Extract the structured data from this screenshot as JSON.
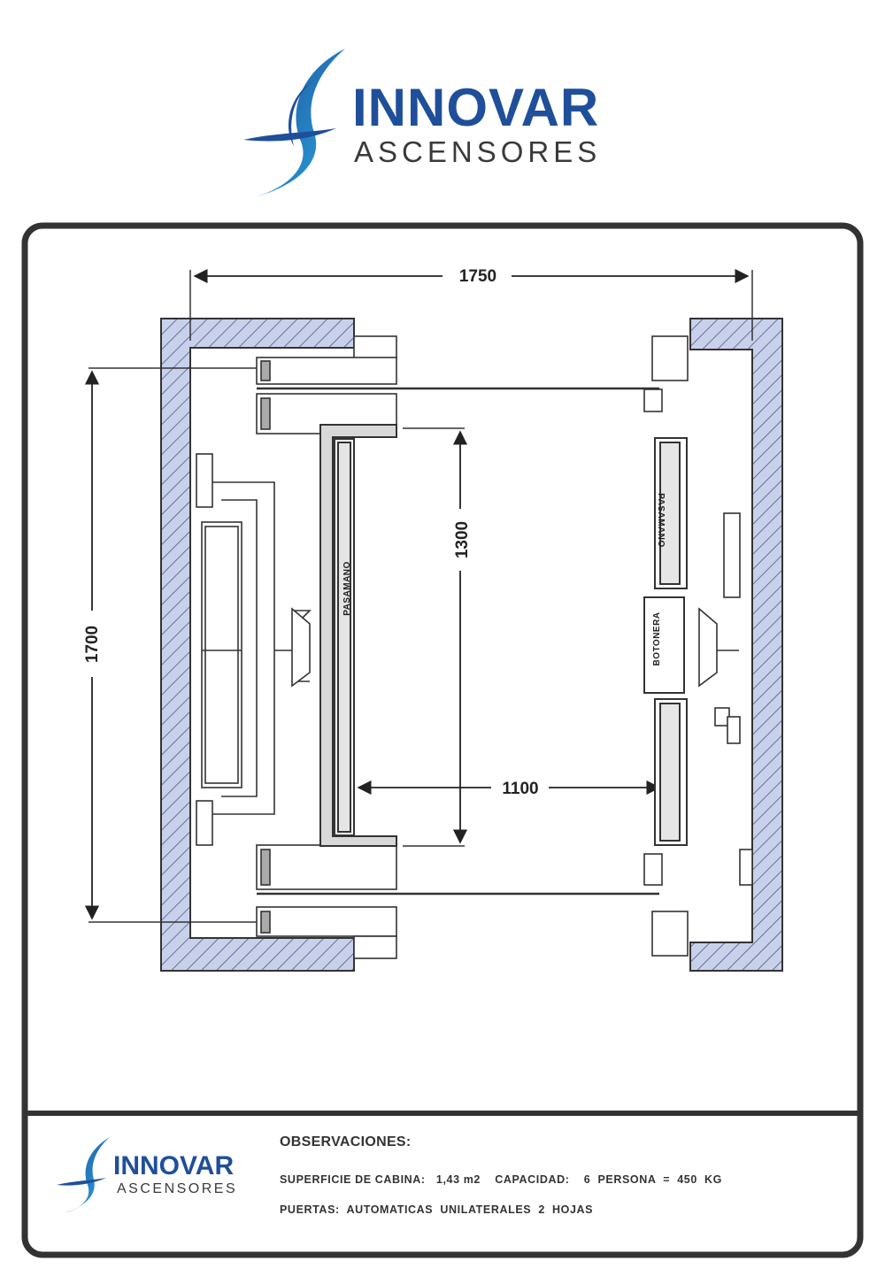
{
  "brand": {
    "name": "INNOVAR",
    "subtitle": "ASCENSORES",
    "primary_color": "#1f4f9a",
    "accent_color": "#2aa7e0"
  },
  "drawing": {
    "dim_width_total": "1750",
    "dim_depth_total": "1700",
    "dim_cabin_depth": "1300",
    "dim_cabin_width": "1100",
    "label_handrail_left": "PASAMANO",
    "label_handrail_right": "PASAMANO",
    "label_button_panel": "BOTONERA",
    "wall_hatch_color": "#c7cde8",
    "frame_color": "#333333"
  },
  "footer": {
    "title": "OBSERVACIONES:",
    "line1": "SUPERFICIE DE CABINA:   1,43 m2    CAPACIDAD:    6  PERSONA  =  450  KG",
    "line2": "PUERTAS:  AUTOMATICAS  UNILATERALES  2  HOJAS"
  }
}
